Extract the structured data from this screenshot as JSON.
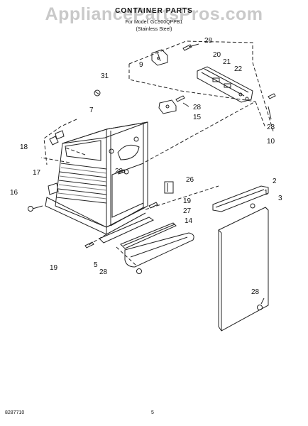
{
  "header": {
    "watermark": "AppliancePartsPros.com",
    "title": "CONTAINER PARTS",
    "model_line": "For Model: GC900QPPB1",
    "variant_line": "(Stainless Steel)"
  },
  "callouts": [
    "28",
    "9",
    "20",
    "21",
    "22",
    "31",
    "7",
    "28",
    "15",
    "28",
    "10",
    "18",
    "17",
    "28",
    "26",
    "2",
    "16",
    "19",
    "1",
    "3",
    "27",
    "14",
    "19",
    "5",
    "28",
    "28"
  ],
  "footer": {
    "doc_number": "8287710",
    "page_number": "5"
  }
}
